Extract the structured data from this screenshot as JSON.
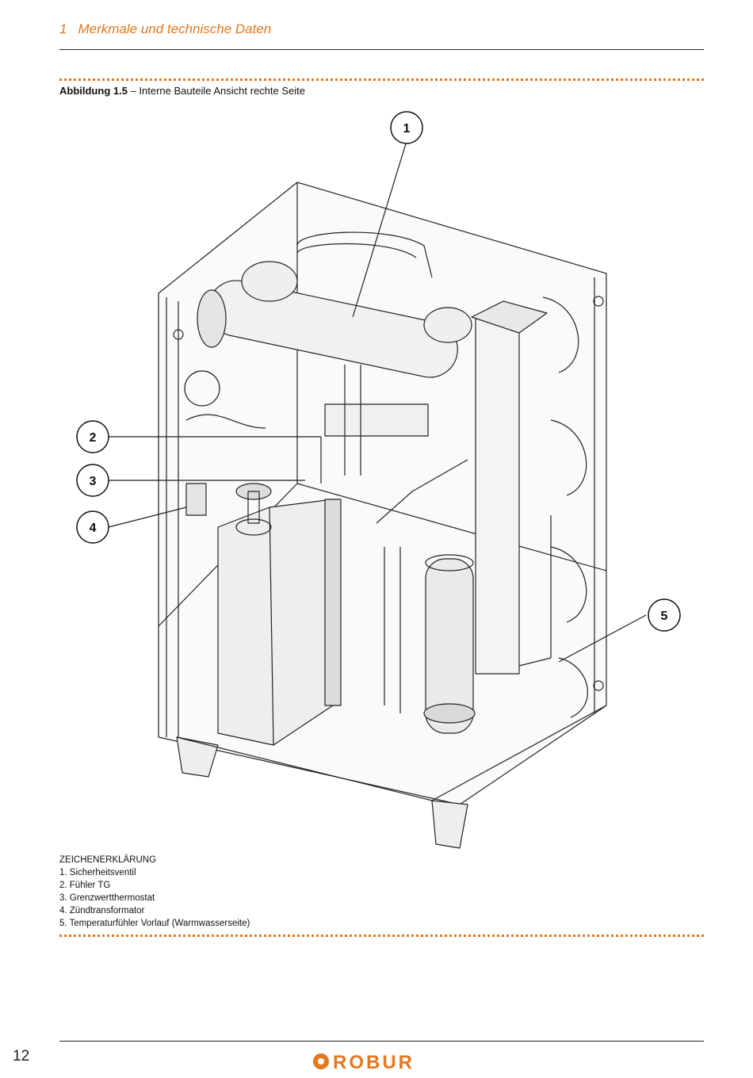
{
  "header": {
    "chapter_number": "1",
    "chapter_title": "Merkmale und technische Daten"
  },
  "figure": {
    "caption_label": "Abbildung 1.5",
    "caption_separator": " – ",
    "caption_text": "Interne Bauteile Ansicht rechte Seite",
    "callouts": [
      "1",
      "2",
      "3",
      "4",
      "5"
    ]
  },
  "legend": {
    "title": "ZEICHENERKLÄRUNG",
    "items": [
      "1. Sicherheitsventil",
      "2. Fühler TG",
      "3. Grenzwertthermostat",
      "4. Zündtransformator",
      "5. Temperaturfühler Vorlauf (Warmwasserseite)"
    ]
  },
  "footer": {
    "page_number": "12",
    "logo_text": "ROBUR"
  },
  "colors": {
    "accent": "#e3781e",
    "rule": "#222222"
  }
}
